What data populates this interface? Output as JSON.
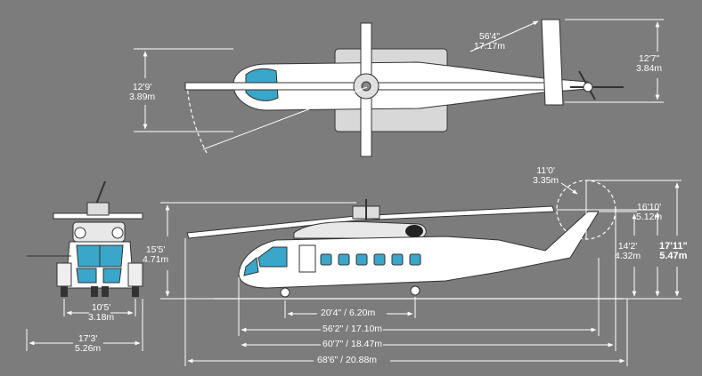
{
  "colors": {
    "background": "#7c7c7c",
    "dimension_lines": "#ffffff",
    "airframe": "#ffffff",
    "window": "#3aa6c9",
    "outline": "#333333"
  },
  "top_view": {
    "rotor_diameter": {
      "ft": "56'4\"",
      "m": "17.17m"
    },
    "main_width": {
      "ft": "12'9'",
      "m": "3.89m"
    },
    "tail_span": {
      "ft": "12'7\"",
      "m": "3.84m"
    }
  },
  "side_view": {
    "tail_rotor_diameter": {
      "ft": "11'0'",
      "m": "3.35m"
    },
    "tail_rotor_hub_height": {
      "ft": "16'10'",
      "m": "5.12m"
    },
    "overall_height_rotor": {
      "ft": "15'5'",
      "m": "4.71m"
    },
    "tail_height": {
      "ft": "14'2'",
      "m": "4.32m"
    },
    "overall_height": {
      "ft": "17'11\"",
      "m": "5.47m"
    },
    "wheelbase": "20'4\" / 6.20m",
    "fuselage_length": "56'2\" / 17.10m",
    "length_with_tail_rotor": "60'7\" / 18.47m",
    "overall_length": "68'6\" / 20.88m"
  },
  "front_view": {
    "track": {
      "ft": "10'5'",
      "m": "3.18m"
    },
    "width": {
      "ft": "17'3'",
      "m": "5.26m"
    }
  }
}
